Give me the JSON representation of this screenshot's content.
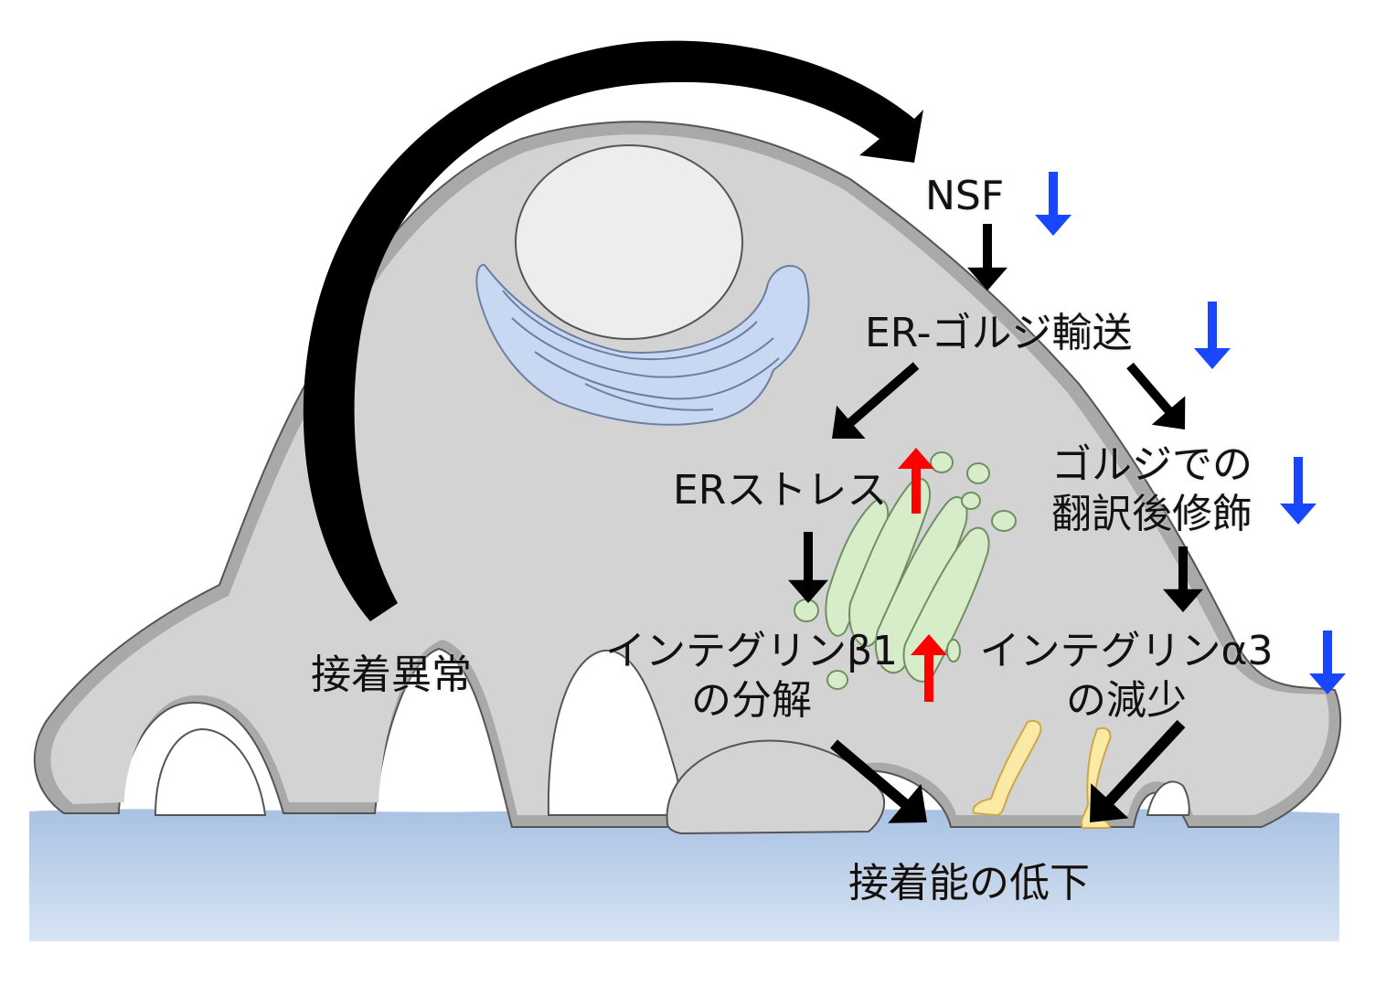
{
  "labels": {
    "nsf": "NSF",
    "er_golgi_transport": "ER-ゴルジ輸送",
    "er_stress": "ERストレス",
    "golgi_ptm_line1": "ゴルジでの",
    "golgi_ptm_line2": "翻訳後修飾",
    "integrin_b1_line1": "インテグリンβ1",
    "integrin_b1_line2": "の分解",
    "integrin_a3_line1": "インテグリンα3",
    "integrin_a3_line2": "の減少",
    "adhesion_abnormality": "接着異常",
    "adhesion_decrease": "接着能の低下"
  },
  "colors": {
    "cell_fill": "#d3d3d3",
    "cell_shadow": "#a9a9a9",
    "cell_stroke": "#555555",
    "nucleus_fill": "#ededed",
    "er_fill": "#c9d8f2",
    "er_stroke": "#6b7fa3",
    "golgi_fill": "#d7edca",
    "golgi_stroke": "#6f8f62",
    "integrin_fill": "#fbe9a6",
    "integrin_stroke": "#c9a94a",
    "substrate_top": "#a9c1e3",
    "substrate_bottom": "#d7e4f3",
    "arrow_black": "#000000",
    "arrow_down_blue": "#1947ff",
    "arrow_up_red": "#ff0000"
  }
}
